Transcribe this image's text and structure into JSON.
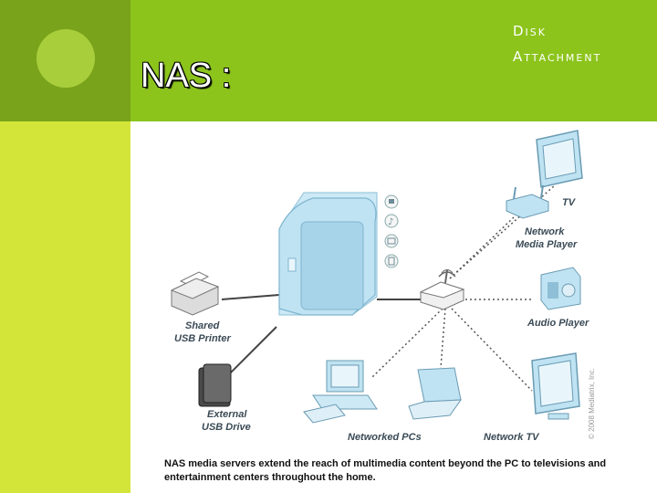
{
  "slide": {
    "title": "NAS :",
    "subtitle_line1": "Disk",
    "subtitle_line2": "Attachment"
  },
  "diagram": {
    "labels": {
      "tv": "TV",
      "network_media_player": "Network Media Player",
      "network_media_player_line1": "Network",
      "network_media_player_line2": "Media Player",
      "audio_player": "Audio Player",
      "shared_usb_printer_line1": "Shared",
      "shared_usb_printer_line2": "USB Printer",
      "external_usb_drive_line1": "External",
      "external_usb_drive_line2": "USB Drive",
      "networked_pcs": "Networked PCs",
      "network_tv": "Network TV"
    },
    "watermark": "© 2008 Mediatrix, Inc.",
    "caption": "NAS media servers extend the reach of multimedia content beyond the PC to televisions and entertainment centers throughout the home."
  },
  "colors": {
    "header_green": "#8cc41c",
    "left_dark_green": "#79a31a",
    "left_light_green": "#d4e53a",
    "device_blue": "#bfe3f2"
  }
}
